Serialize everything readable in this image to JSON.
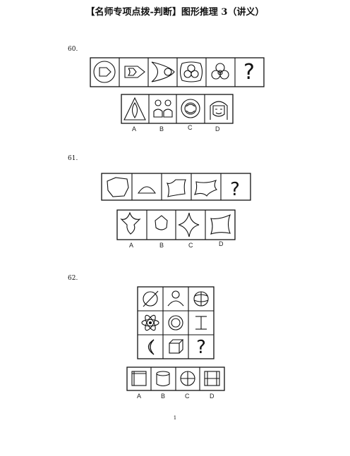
{
  "title": "【名师专项点拨-判断】图形推理 3（讲义）",
  "questions": [
    {
      "number": "60.",
      "options": [
        "A",
        "B",
        "C",
        "D"
      ],
      "unknown": "?"
    },
    {
      "number": "61.",
      "options": [
        "A",
        "B",
        "C",
        "D"
      ],
      "unknown": "?"
    },
    {
      "number": "62.",
      "options": [
        "A",
        "B",
        "C",
        "D"
      ],
      "unknown": "?"
    }
  ],
  "page_number": "1"
}
